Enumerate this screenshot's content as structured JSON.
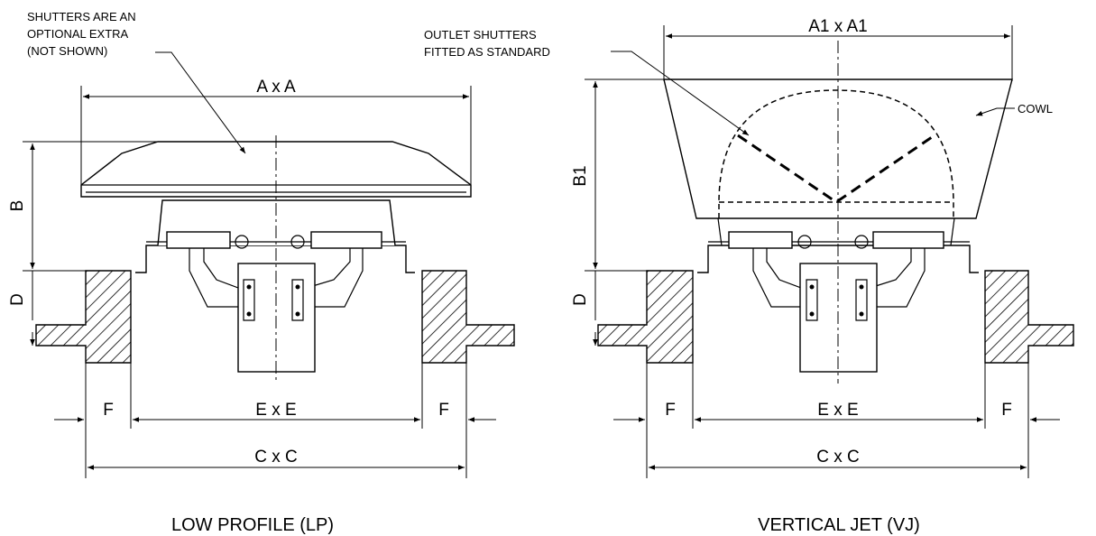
{
  "lp": {
    "note_lines": [
      "SHUTTERS ARE AN",
      "OPTIONAL EXTRA",
      "(NOT SHOWN)"
    ],
    "dim_axa": "A x A",
    "dim_b": "B",
    "dim_d": "D",
    "dim_f_left": "F",
    "dim_f_right": "F",
    "dim_exe": "E x E",
    "dim_cxc": "C x C",
    "caption": "LOW PROFILE (LP)"
  },
  "vj": {
    "note_lines": [
      "OUTLET SHUTTERS",
      "FITTED AS STANDARD"
    ],
    "dim_a1": "A1 x A1",
    "dim_b1": "B1",
    "dim_d": "D",
    "cowl": "COWL",
    "dim_f_left": "F",
    "dim_f_right": "F",
    "dim_exe": "E x E",
    "dim_cxc": "C x C",
    "caption": "VERTICAL JET (VJ)"
  }
}
